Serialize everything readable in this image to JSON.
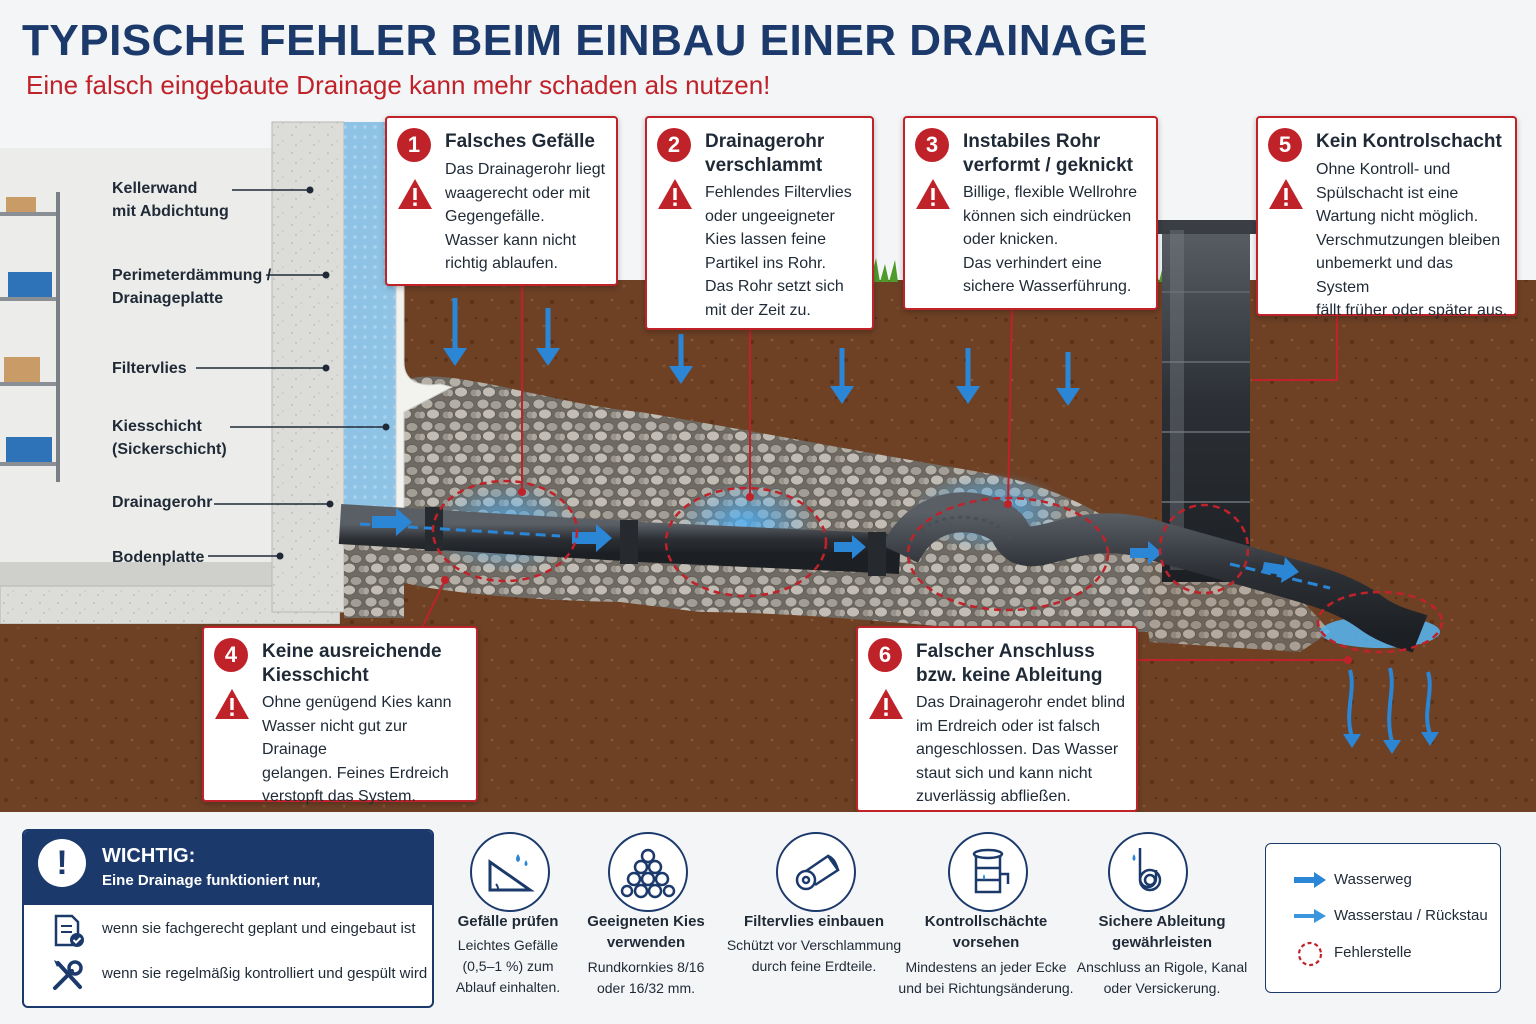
{
  "header": {
    "title": "TYPISCHE FEHLER BEIM EINBAU EINER DRAINAGE",
    "subtitle": "Eine falsch eingebaute Drainage kann mehr schaden als nutzen!"
  },
  "layers": {
    "kellerwand": "Kellerwand",
    "kellerwand2": "mit Abdichtung",
    "perimeter": "Perimeterdämmung /",
    "perimeter2": "Drainageplatte",
    "filtervlies": "Filtervlies",
    "kies": "Kiesschicht",
    "kies2": "(Sickerschicht)",
    "rohr": "Drainagerohr",
    "boden": "Bodenplatte"
  },
  "errors": [
    {
      "num": "1",
      "title1": "Falsches Gefälle",
      "lines": [
        "Das Drainagerohr liegt",
        "waagerecht oder mit",
        "Gegengefälle.",
        "Wasser kann nicht",
        "richtig ablaufen."
      ]
    },
    {
      "num": "2",
      "title1": "Drainagerohr",
      "title2": "verschlammt",
      "lines": [
        "Fehlendes Filtervlies",
        "oder ungeeigneter",
        "Kies lassen feine",
        "Partikel ins Rohr.",
        "Das Rohr setzt sich",
        "mit der Zeit zu."
      ]
    },
    {
      "num": "3",
      "title1": "Instabiles Rohr",
      "title2": "verformt / geknickt",
      "lines": [
        "Billige, flexible Wellrohre",
        "können sich eindrücken",
        "oder knicken.",
        "Das verhindert eine",
        "sichere Wasserführung."
      ]
    },
    {
      "num": "4",
      "title1": "Keine ausreichende",
      "title2": "Kiesschicht",
      "lines": [
        "Ohne genügend Kies kann",
        "Wasser nicht gut zur Drainage",
        "gelangen. Feines Erdreich",
        "verstopft das System."
      ]
    },
    {
      "num": "5",
      "title1": "Kein Kontrolschacht",
      "lines": [
        "Ohne Kontroll- und",
        "Spülschacht ist eine",
        "Wartung nicht möglich.",
        "Verschmutzungen bleiben",
        "unbemerkt und das System",
        "fällt früher oder später aus."
      ]
    },
    {
      "num": "6",
      "title1": "Falscher Anschluss",
      "title2": "bzw. keine Ableitung",
      "lines": [
        "Das Drainagerohr endet blind",
        "im Erdreich oder ist falsch",
        "angeschlossen. Das Wasser",
        "staut sich und kann nicht",
        "zuverlässig abfließen."
      ]
    }
  ],
  "important": {
    "icon": "exclamation-icon",
    "title": "WICHTIG:",
    "intro": "Eine Drainage funktioniert nur,",
    "items": [
      {
        "icon": "document-check-icon",
        "text": "wenn sie fachgerecht geplant und eingebaut ist"
      },
      {
        "icon": "tools-icon",
        "text": "wenn sie regelmäßig kontrolliert und gespült wird"
      }
    ]
  },
  "tips": [
    {
      "icon": "slope-icon",
      "title1": "Gefälle prüfen",
      "lines": [
        "Leichtes Gefälle",
        "(0,5–1 %) zum",
        "Ablauf einhalten."
      ]
    },
    {
      "icon": "gravel-icon",
      "title1": "Geeigneten Kies",
      "title2": "verwenden",
      "lines": [
        "Rundkornkies 8/16",
        "oder 16/32 mm."
      ]
    },
    {
      "icon": "fleece-roll-icon",
      "title1": "Filtervlies einbauen",
      "lines": [
        "Schützt vor Verschlammung",
        "durch feine Erdteile."
      ]
    },
    {
      "icon": "inspection-shaft-icon",
      "title1": "Kontrollschächte",
      "title2": "vorsehen",
      "lines": [
        "Mindestens an jeder Ecke",
        "und bei Richtungsänderung."
      ]
    },
    {
      "icon": "drain-outlet-icon",
      "title1": "Sichere Ableitung",
      "title2": "gewährleisten",
      "lines": [
        "Anschluss an Rigole, Kanal",
        "oder Versickerung."
      ]
    }
  ],
  "legend": {
    "items": [
      {
        "icon": "arrow-right-icon",
        "text": "Wasserweg"
      },
      {
        "icon": "arrow-right-icon",
        "text": "Wasserstau / Rückstau"
      },
      {
        "icon": "dashed-circle-icon",
        "text": "Fehlerstelle"
      }
    ]
  },
  "colors": {
    "navy": "#1b3a6b",
    "red": "#c0222a",
    "water": "#2b86d6",
    "soil": "#6e4125",
    "gravel": "#a9a49b",
    "grass": "#4f9a2c"
  }
}
